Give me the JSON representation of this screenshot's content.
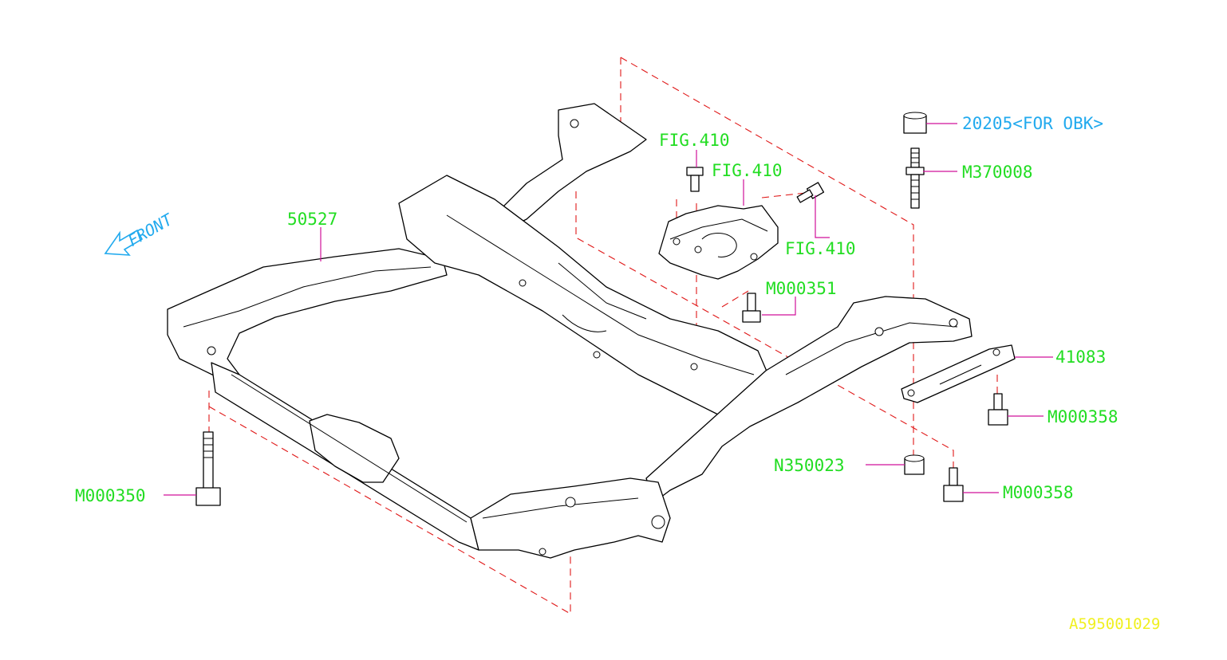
{
  "diagram_code": "A595001029",
  "front_label": "FRONT",
  "colors": {
    "label_green": "#22dd22",
    "label_cyan": "#22aaee",
    "code_yellow": "#f0f020",
    "leader_magenta": "#d0109a",
    "dash_red": "#e01818"
  },
  "callouts": {
    "frame": "50527",
    "fig410_top": "FIG.410",
    "fig410_mid": "FIG.410",
    "fig410_right": "FIG.410",
    "bolt_m000351": "M000351",
    "collar_20205": "20205<FOR OBK>",
    "stud_m370008": "M370008",
    "bracket_41083": "41083",
    "bolt_m000358_upper": "M000358",
    "nut_n350023": "N350023",
    "bolt_m000358_lower": "M000358",
    "bolt_m000350": "M000350"
  }
}
